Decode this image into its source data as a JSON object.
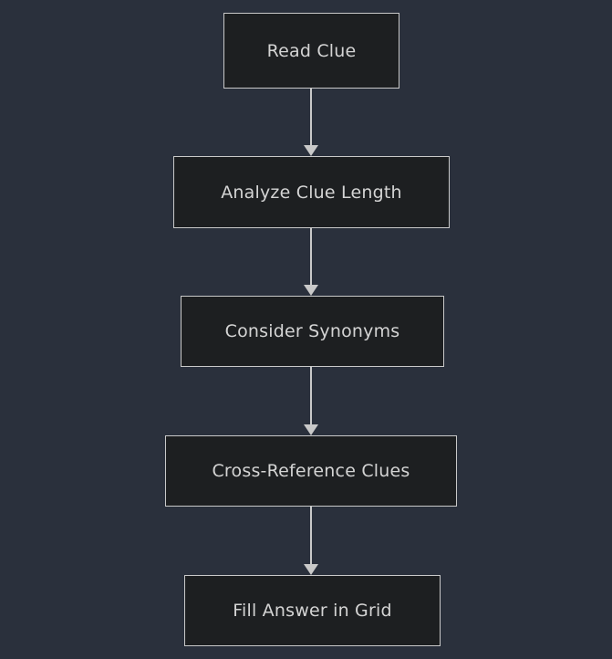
{
  "diagram": {
    "type": "flowchart",
    "direction": "top-down",
    "nodes": [
      {
        "id": "read-clue",
        "label": "Read Clue"
      },
      {
        "id": "analyze-clue-length",
        "label": "Analyze Clue Length"
      },
      {
        "id": "consider-synonyms",
        "label": "Consider Synonyms"
      },
      {
        "id": "cross-reference-clues",
        "label": "Cross-Reference Clues"
      },
      {
        "id": "fill-answer-in-grid",
        "label": "Fill Answer in Grid"
      }
    ],
    "edges": [
      {
        "from": "read-clue",
        "to": "analyze-clue-length"
      },
      {
        "from": "analyze-clue-length",
        "to": "consider-synonyms"
      },
      {
        "from": "consider-synonyms",
        "to": "cross-reference-clues"
      },
      {
        "from": "cross-reference-clues",
        "to": "fill-answer-in-grid"
      }
    ],
    "colors": {
      "background": "#2a303c",
      "node_fill": "#1d1f21",
      "node_border": "#c9c9c9",
      "text": "#d4d4d4",
      "arrow": "#c9c9c9"
    }
  }
}
